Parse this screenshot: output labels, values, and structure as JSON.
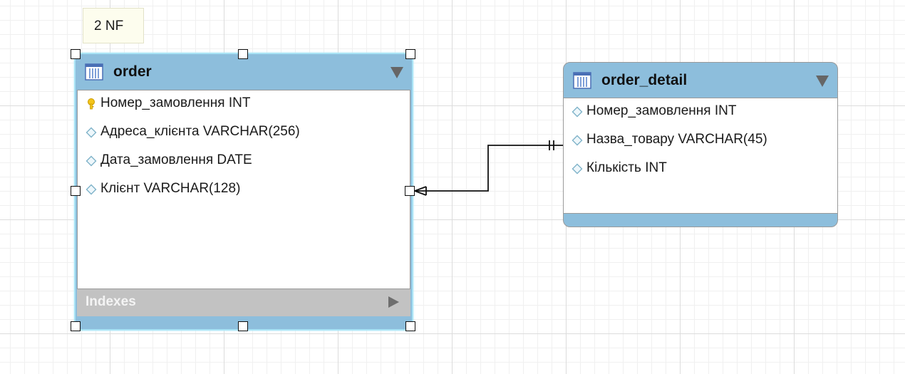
{
  "note": {
    "text": "2 NF"
  },
  "tables": {
    "order": {
      "title": "order",
      "columns": [
        {
          "text": "Номер_замовлення INT",
          "icon": "primary-key-icon"
        },
        {
          "text": "Адреса_клієнта VARCHAR(256)",
          "icon": "column-diamond-icon"
        },
        {
          "text": "Дата_замовлення DATE",
          "icon": "column-diamond-icon"
        },
        {
          "text": "Клієнт VARCHAR(128)",
          "icon": "column-diamond-icon"
        }
      ],
      "indexes_label": "Indexes"
    },
    "order_detail": {
      "title": "order_detail",
      "columns": [
        {
          "text": "Номер_замовлення INT",
          "icon": "column-diamond-icon"
        },
        {
          "text": "Назва_товару VARCHAR(45)",
          "icon": "column-diamond-icon"
        },
        {
          "text": "Кількість INT",
          "icon": "column-diamond-icon"
        }
      ]
    }
  },
  "relationship": {
    "from": "order",
    "to": "order_detail",
    "from_end": "many",
    "to_end": "one-and-only-one"
  },
  "colors": {
    "table_header": "#8dbedc",
    "selection_outline": "#a9e3f5",
    "note_background": "#fdfdee",
    "indexes_bar": "#c2c2c2"
  }
}
